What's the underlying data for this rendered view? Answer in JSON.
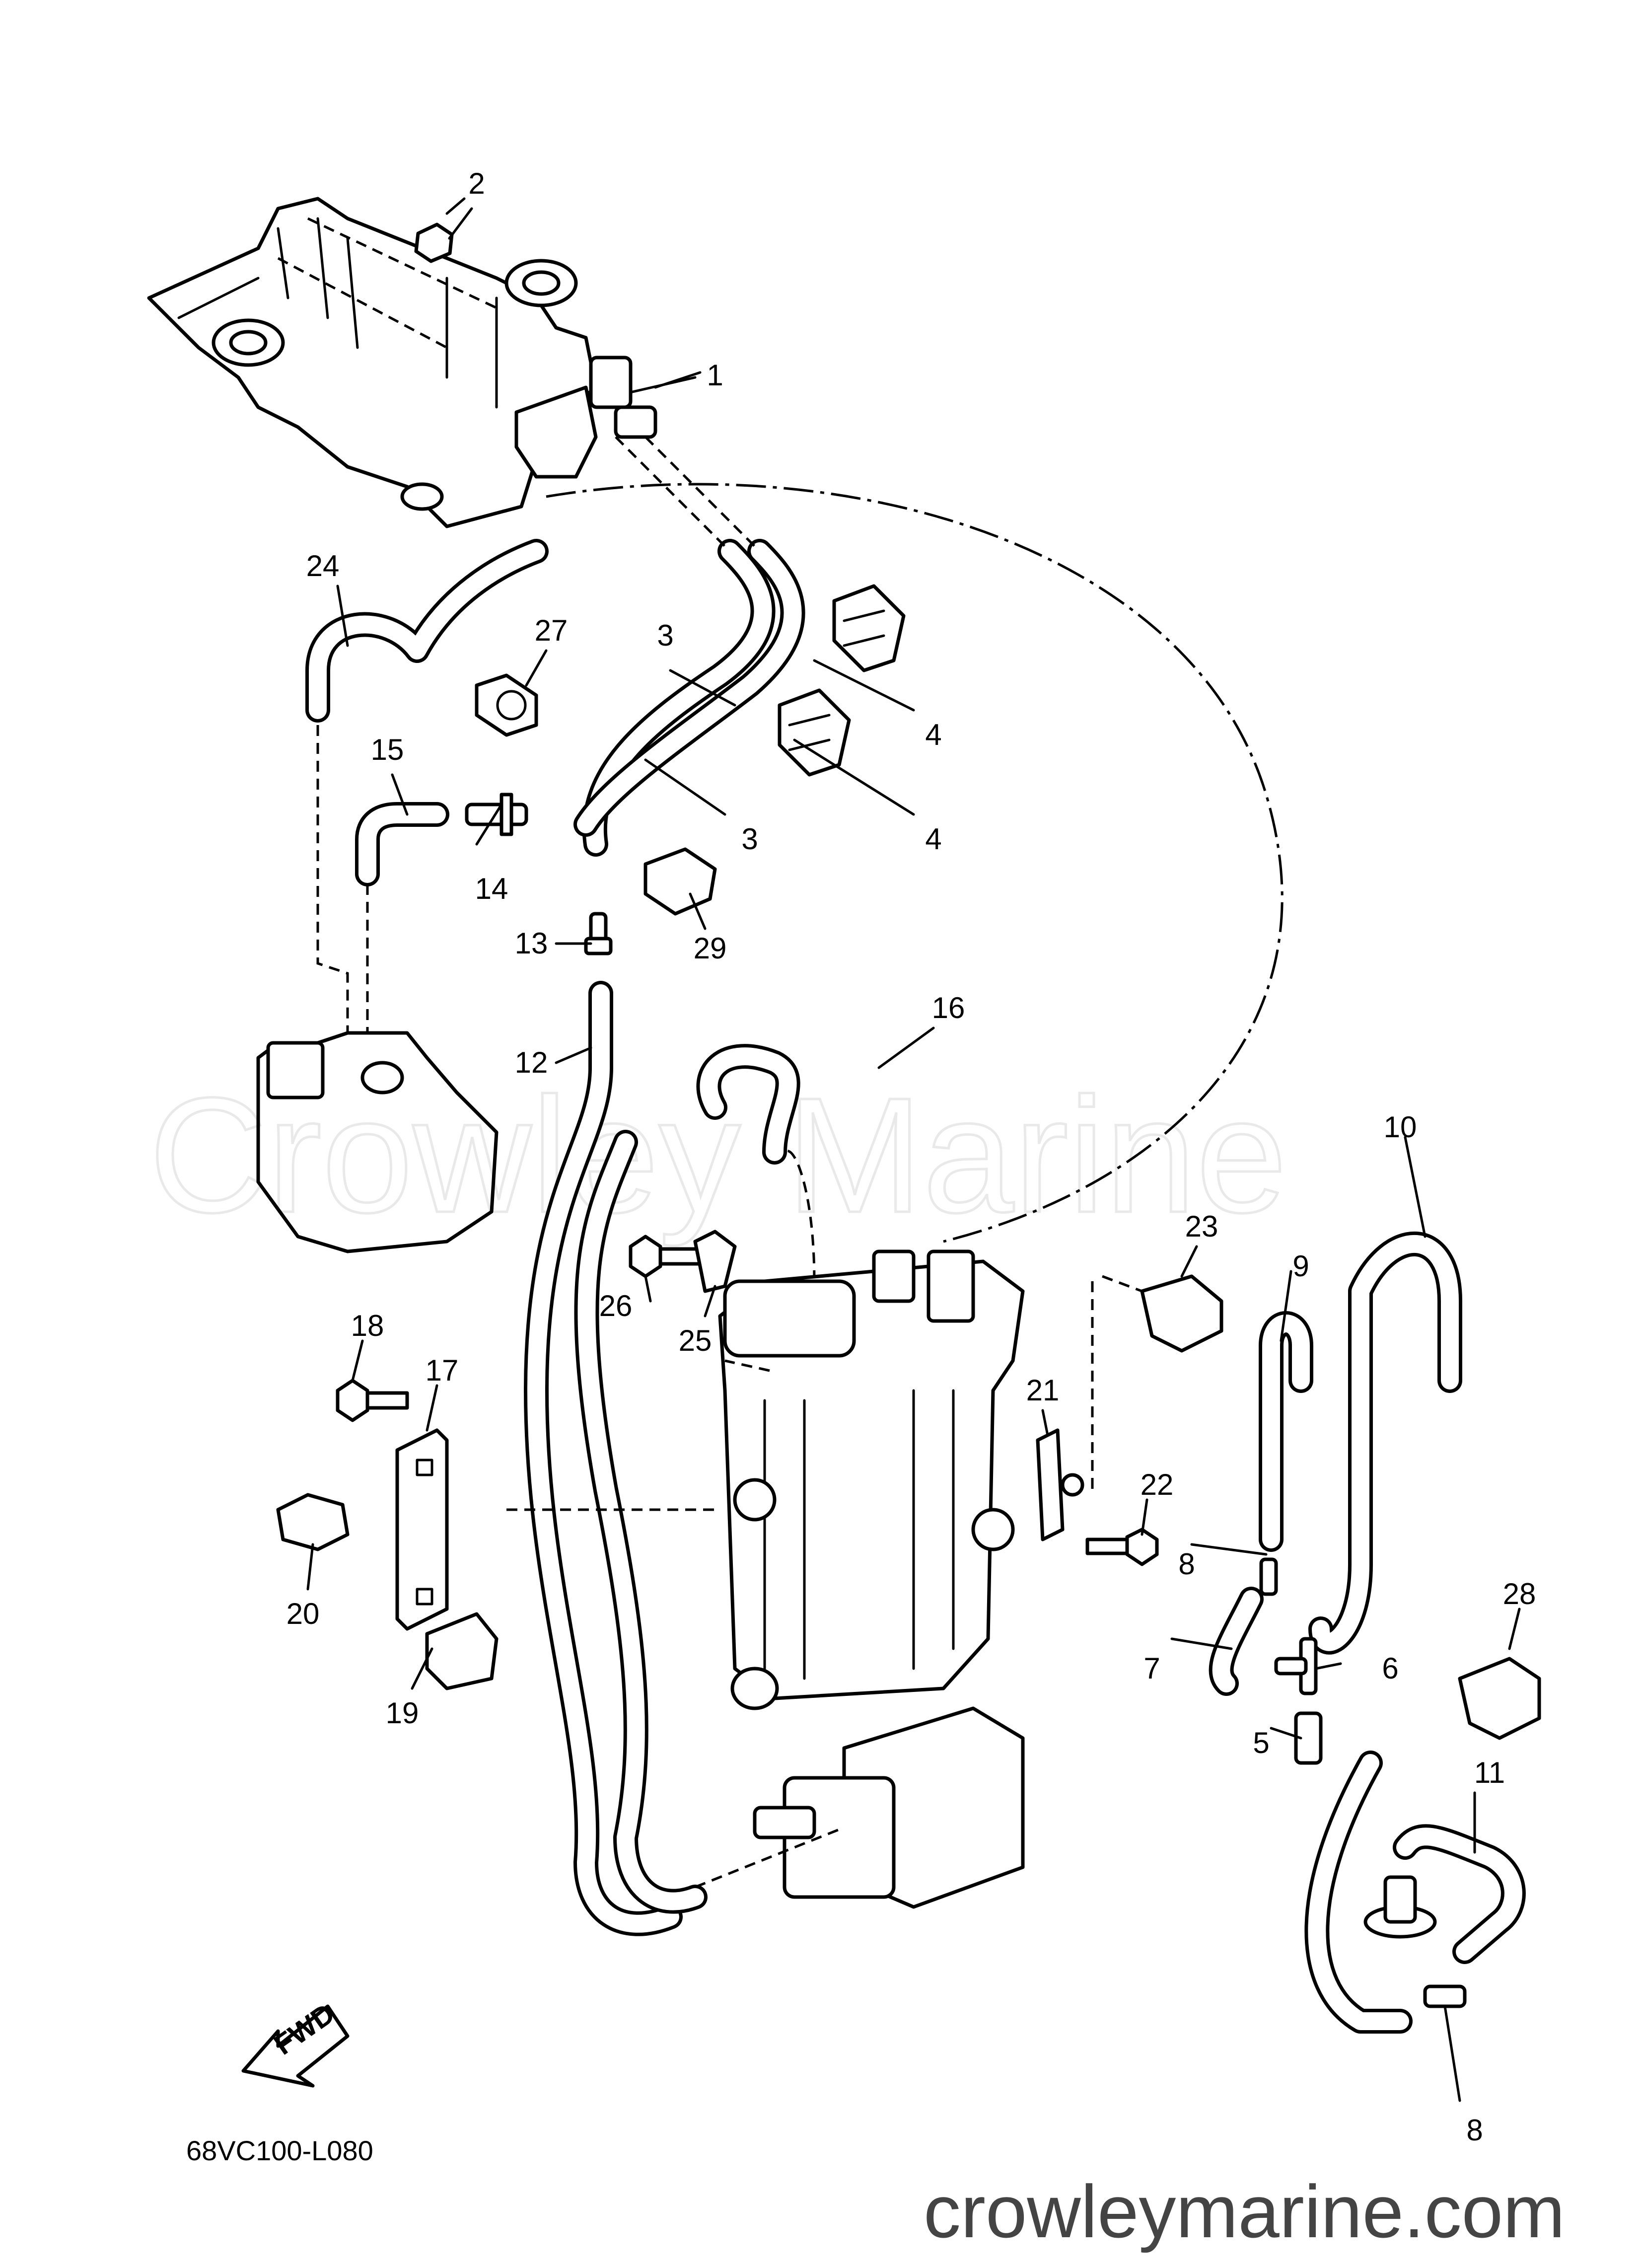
{
  "diagram": {
    "watermark": "Crowley Marine",
    "diagram_code": "68VC100-L080",
    "website": "crowleymarine.com",
    "direction_arrow_label": "FWD",
    "callouts": [
      {
        "label": "1"
      },
      {
        "label": "2"
      },
      {
        "label": "3"
      },
      {
        "label": "3"
      },
      {
        "label": "4"
      },
      {
        "label": "4"
      },
      {
        "label": "5"
      },
      {
        "label": "6"
      },
      {
        "label": "7"
      },
      {
        "label": "8"
      },
      {
        "label": "8"
      },
      {
        "label": "9"
      },
      {
        "label": "10"
      },
      {
        "label": "11"
      },
      {
        "label": "12"
      },
      {
        "label": "13"
      },
      {
        "label": "14"
      },
      {
        "label": "15"
      },
      {
        "label": "16"
      },
      {
        "label": "17"
      },
      {
        "label": "18"
      },
      {
        "label": "19"
      },
      {
        "label": "20"
      },
      {
        "label": "21"
      },
      {
        "label": "22"
      },
      {
        "label": "23"
      },
      {
        "label": "24"
      },
      {
        "label": "25"
      },
      {
        "label": "26"
      },
      {
        "label": "27"
      },
      {
        "label": "28"
      },
      {
        "label": "29"
      }
    ]
  }
}
